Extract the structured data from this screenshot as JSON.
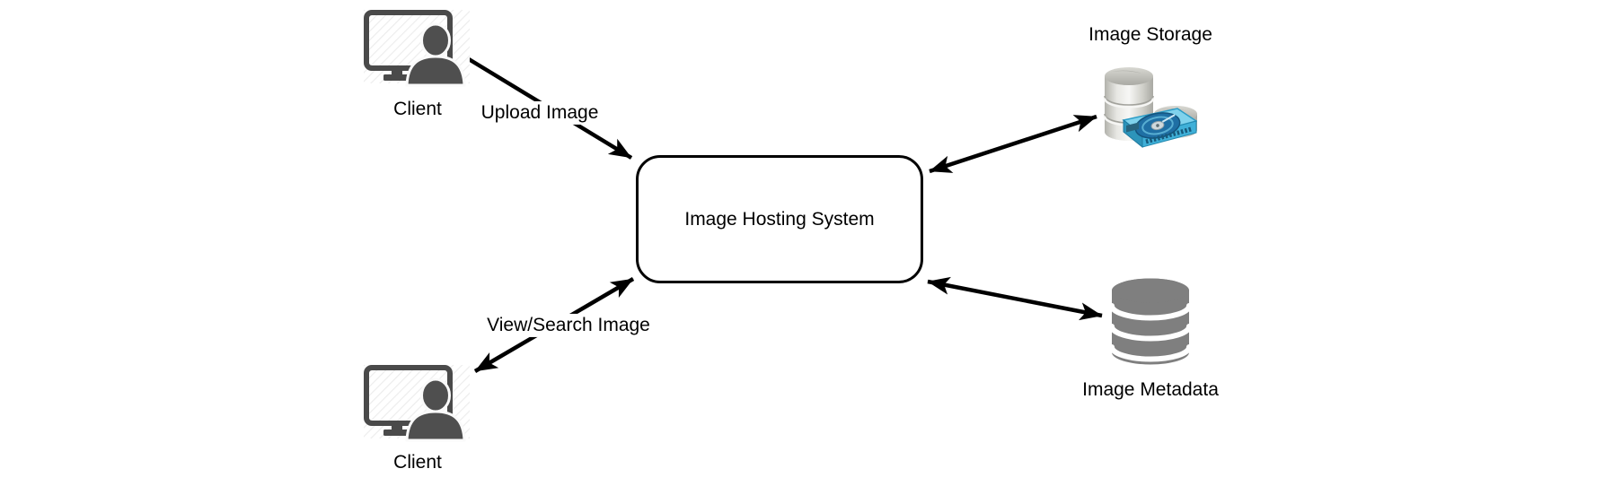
{
  "nodes": {
    "client_top": {
      "label": "Client",
      "icon": "monitor-user-icon"
    },
    "client_bottom": {
      "label": "Client",
      "icon": "monitor-user-icon"
    },
    "hosting_system": {
      "label": "Image Hosting System",
      "shape": "rounded-rectangle"
    },
    "image_storage": {
      "label": "Image Storage",
      "icon": "disk-storage-icon"
    },
    "image_metadata": {
      "label": "Image Metadata",
      "icon": "database-cylinder-icon"
    }
  },
  "edges": [
    {
      "label": "Upload Image",
      "from": "client_top",
      "to": "hosting_system",
      "direction": "one-way"
    },
    {
      "label": "View/Search Image",
      "from": "client_bottom",
      "to": "hosting_system",
      "direction": "two-way"
    },
    {
      "label": "",
      "from": "hosting_system",
      "to": "image_storage",
      "direction": "two-way"
    },
    {
      "label": "",
      "from": "hosting_system",
      "to": "image_metadata",
      "direction": "two-way"
    }
  ],
  "colors": {
    "background": "#ffffff",
    "line": "#000000",
    "text": "#000000",
    "box_border": "#000000",
    "client_icon_gray": "#4f4f4f",
    "metadata_icon_gray": "#7f7f7f",
    "storage_disk_blue": "#49b4da",
    "storage_cylinder_silver": "#d9d9d3"
  }
}
